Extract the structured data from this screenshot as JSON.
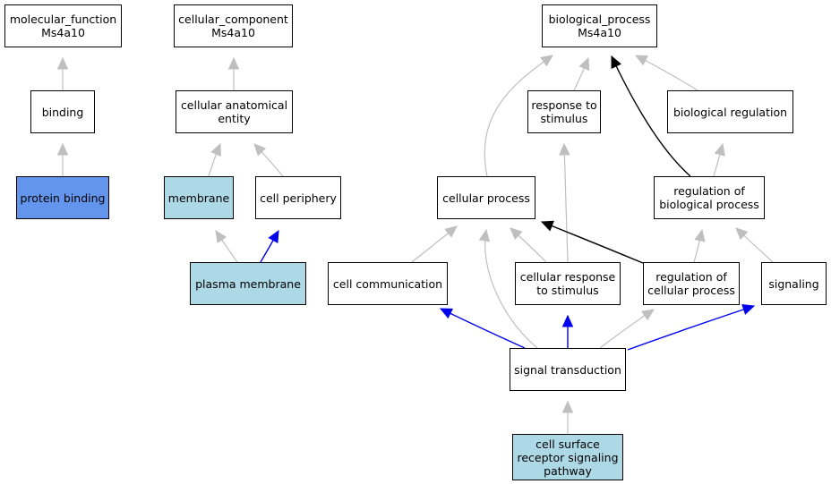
{
  "colors": {
    "default_fill": "#ffffff",
    "annotated_fill": "#add8e6",
    "direct_fill": "#6495ed",
    "edge_is_a": "#bfbfbf",
    "edge_part_of": "#0000ee",
    "edge_regulates": "#000000"
  },
  "nodes": {
    "mf_root": {
      "label": "molecular_function\nMs4a10",
      "fill": "default"
    },
    "binding": {
      "label": "binding",
      "fill": "default"
    },
    "protein_binding": {
      "label": "protein binding",
      "fill": "direct"
    },
    "cc_root": {
      "label": "cellular_component\nMs4a10",
      "fill": "default"
    },
    "anatomical_entity": {
      "label": "cellular anatomical\nentity",
      "fill": "default"
    },
    "membrane": {
      "label": "membrane",
      "fill": "annotated"
    },
    "cell_periphery": {
      "label": "cell periphery",
      "fill": "default"
    },
    "plasma_membrane": {
      "label": "plasma membrane",
      "fill": "annotated"
    },
    "bp_root": {
      "label": "biological_process\nMs4a10",
      "fill": "default"
    },
    "response_stimulus": {
      "label": "response to\nstimulus",
      "fill": "default"
    },
    "biological_regulation": {
      "label": "biological regulation",
      "fill": "default"
    },
    "cellular_process": {
      "label": "cellular process",
      "fill": "default"
    },
    "regulation_bp": {
      "label": "regulation of\nbiological process",
      "fill": "default"
    },
    "cell_communication": {
      "label": "cell communication",
      "fill": "default"
    },
    "cellular_response": {
      "label": "cellular response\nto stimulus",
      "fill": "default"
    },
    "regulation_cp": {
      "label": "regulation of\ncellular process",
      "fill": "default"
    },
    "signaling": {
      "label": "signaling",
      "fill": "default"
    },
    "signal_transduction": {
      "label": "signal transduction",
      "fill": "default"
    },
    "cell_surface_pathway": {
      "label": "cell surface\nreceptor signaling\npathway",
      "fill": "annotated"
    }
  },
  "edges": [
    {
      "from": "binding",
      "to": "mf_root",
      "type": "is_a"
    },
    {
      "from": "protein_binding",
      "to": "binding",
      "type": "is_a"
    },
    {
      "from": "anatomical_entity",
      "to": "cc_root",
      "type": "is_a"
    },
    {
      "from": "membrane",
      "to": "anatomical_entity",
      "type": "is_a"
    },
    {
      "from": "cell_periphery",
      "to": "anatomical_entity",
      "type": "is_a"
    },
    {
      "from": "plasma_membrane",
      "to": "membrane",
      "type": "is_a"
    },
    {
      "from": "plasma_membrane",
      "to": "cell_periphery",
      "type": "part_of"
    },
    {
      "from": "cellular_process",
      "to": "bp_root",
      "type": "is_a"
    },
    {
      "from": "response_stimulus",
      "to": "bp_root",
      "type": "is_a"
    },
    {
      "from": "biological_regulation",
      "to": "bp_root",
      "type": "is_a"
    },
    {
      "from": "regulation_bp",
      "to": "bp_root",
      "type": "regulates"
    },
    {
      "from": "regulation_bp",
      "to": "biological_regulation",
      "type": "is_a"
    },
    {
      "from": "cellular_response",
      "to": "response_stimulus",
      "type": "is_a"
    },
    {
      "from": "cell_communication",
      "to": "cellular_process",
      "type": "is_a"
    },
    {
      "from": "cellular_response",
      "to": "cellular_process",
      "type": "is_a"
    },
    {
      "from": "signal_transduction",
      "to": "cellular_process",
      "type": "is_a"
    },
    {
      "from": "regulation_cp",
      "to": "cellular_process",
      "type": "regulates"
    },
    {
      "from": "regulation_cp",
      "to": "regulation_bp",
      "type": "is_a"
    },
    {
      "from": "signaling",
      "to": "regulation_bp",
      "type": "is_a"
    },
    {
      "from": "signal_transduction",
      "to": "cell_communication",
      "type": "part_of"
    },
    {
      "from": "signal_transduction",
      "to": "cellular_response",
      "type": "part_of"
    },
    {
      "from": "signal_transduction",
      "to": "regulation_cp",
      "type": "is_a"
    },
    {
      "from": "signal_transduction",
      "to": "signaling",
      "type": "part_of"
    },
    {
      "from": "cell_surface_pathway",
      "to": "signal_transduction",
      "type": "is_a"
    }
  ]
}
